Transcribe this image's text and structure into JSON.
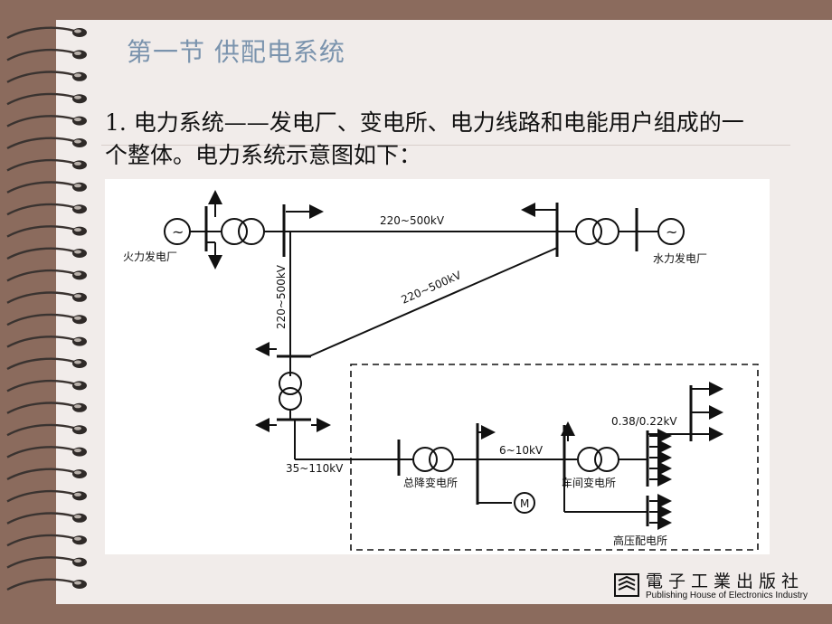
{
  "slide": {
    "title": "第一节  供配电系统",
    "paragraph": "1. 电力系统——发电厂、变电所、电力线路和电能用户组成的一个整体。电力系统示意图如下："
  },
  "diagram": {
    "thermal_plant": "火力发电厂",
    "hydro_plant": "水力发电厂",
    "line_top": "220~500kV",
    "line_diag": "220~500kV",
    "line_vert": "220~500kV",
    "line_35": "35~110kV",
    "main_substation": "总降变电所",
    "line_6": "6~10kV",
    "workshop_substation": "车间变电所",
    "low_voltage": "0.38/0.22kV",
    "hv_distribution": "高压配电所",
    "motor": "M",
    "generator_symbol": "~"
  },
  "footer": {
    "publisher_cn": "電子工業出版社",
    "publisher_en": "Publishing House of Electronics Industry"
  }
}
